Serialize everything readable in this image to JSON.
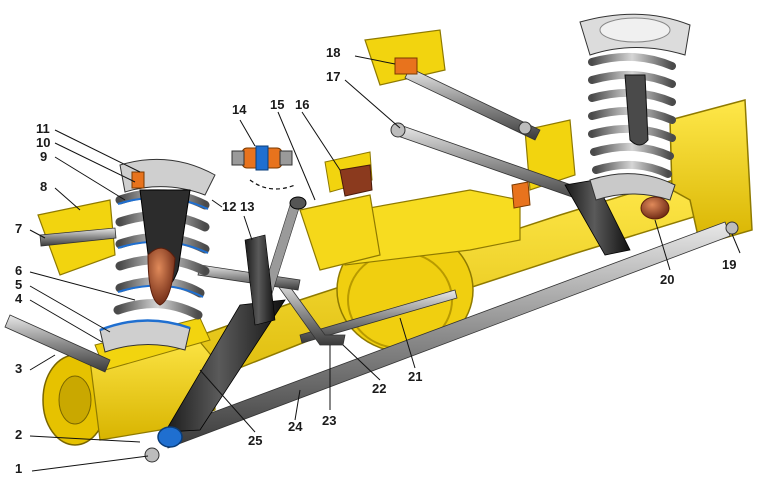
{
  "colors": {
    "frame": "#f2d40f",
    "frame_dark": "#c9a800",
    "frame_shadow": "#8f7a00",
    "steel": "#6e6e6e",
    "steel_light": "#c9c9c9",
    "steel_dark": "#2c2c2c",
    "spring": "#9a9a9a",
    "bushing": "#8b3a1e",
    "accent_blue": "#1f6fd0",
    "leader": "#111111"
  },
  "icons": [
    "hex-bolt-icon",
    "bushing-icon",
    "coil-spring-icon",
    "shock-absorber-icon"
  ],
  "callouts": [
    {
      "id": "1",
      "label": "1"
    },
    {
      "id": "2",
      "label": "2"
    },
    {
      "id": "3",
      "label": "3"
    },
    {
      "id": "4",
      "label": "4"
    },
    {
      "id": "5",
      "label": "5"
    },
    {
      "id": "6",
      "label": "6"
    },
    {
      "id": "7",
      "label": "7"
    },
    {
      "id": "8",
      "label": "8"
    },
    {
      "id": "9",
      "label": "9"
    },
    {
      "id": "10",
      "label": "10"
    },
    {
      "id": "11",
      "label": "11"
    },
    {
      "id": "12",
      "label": "12"
    },
    {
      "id": "13",
      "label": "13"
    },
    {
      "id": "14",
      "label": "14"
    },
    {
      "id": "15",
      "label": "15"
    },
    {
      "id": "16",
      "label": "16"
    },
    {
      "id": "17",
      "label": "17"
    },
    {
      "id": "18",
      "label": "18"
    },
    {
      "id": "19",
      "label": "19"
    },
    {
      "id": "20",
      "label": "20"
    },
    {
      "id": "21",
      "label": "21"
    },
    {
      "id": "22",
      "label": "22"
    },
    {
      "id": "23",
      "label": "23"
    },
    {
      "id": "24",
      "label": "24"
    },
    {
      "id": "25",
      "label": "25"
    }
  ]
}
